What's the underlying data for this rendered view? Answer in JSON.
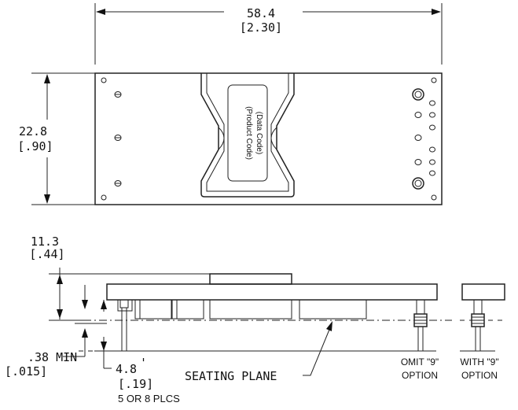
{
  "dimensions": {
    "width_mm": "58.4",
    "width_in": "[2.30]",
    "height_mm": "22.8",
    "height_in": "[.90]",
    "overall_height_mm": "11.3",
    "overall_height_in": "[.44]",
    "standoff_mm": ".38 MIN",
    "standoff_in": "[.015]",
    "pin_length_mm": "4.8",
    "pin_length_in": "[.19]",
    "pin_count_note": "5 OR 8 PLCS"
  },
  "labels": {
    "product_code": "(Product Code)",
    "data_code": "(Data Code)",
    "seating_plane": "SEATING PLANE",
    "omit_option_line1": "OMIT \"9\"",
    "omit_option_line2": "OPTION",
    "with_option_line1": "WITH \"9\"",
    "with_option_line2": "OPTION"
  }
}
